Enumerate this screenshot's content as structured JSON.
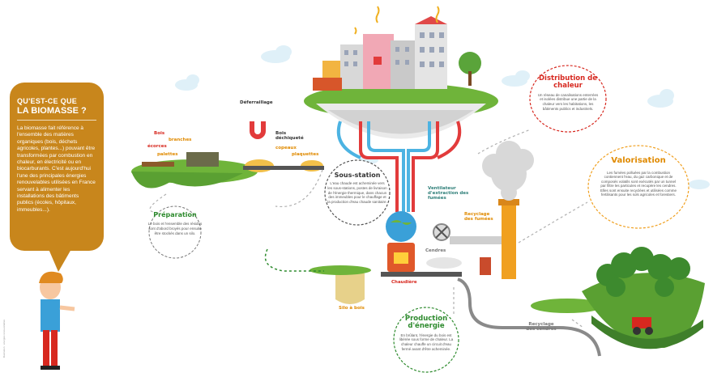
{
  "info_panel": {
    "kicker": "QU'EST-CE QUE",
    "title": "LA BIOMASSE ?",
    "body": "La biomasse fait référence à l'ensemble des matières organiques (bois, déchets agricoles, plantes...) pouvant être transformées par combustion en chaleur, en électricité ou en biocarburants. C'est aujourd'hui l'une des principales énergies renouvelables utilisées en France servant à alimenter les installations des bâtiments publics (écoles, hôpitaux, immeubles...)."
  },
  "labels": {
    "bois": "Bois",
    "branches": "branches",
    "ecorces": "écorces",
    "palettes": "palettes",
    "deferraillage": "Déferraillage",
    "bois_dechiquete": "Bois déchiqueté",
    "copeaux": "copeaux",
    "plaquettes": "plaquettes",
    "ventilateur": "Ventilateur d'extraction des fumées",
    "recyclage_fumees": "Recyclage des fumées",
    "cendres": "Cendres",
    "chaudiere": "Chaudière",
    "silo": "Silo à bois",
    "recyclage_cendres": "Recyclage des cendres"
  },
  "callouts": {
    "preparation": {
      "title": "Préparation",
      "body": "Le bois et l'ensemble des résidus sont d'abord broyés pour ensuite être stockés dans un silo."
    },
    "sous_station": {
      "title": "Sous-station",
      "body": "L'eau chaude est acheminée vers les sous-stations, postes de livraison de l'énergie thermique, dans chacun des immeubles pour le chauffage et la production d'eau chaude sanitaire."
    },
    "distribution": {
      "title": "Distribution de chaleur",
      "body": "Un réseau de canalisations enterrées et isolées distribue une partie de la chaleur vers les habitations, les bâtiments publics et industriels."
    },
    "valorisation": {
      "title": "Valorisation",
      "body": "Les fumées polluées par la combustion contiennent l'eau, du gaz carbonique et de composés volatils sont exécutés par un tunnel par filtre les particules et recupère les cendres. Elles sont ensuite recyclées et utilisées comme fertilisants pour les sols agricoles et forestiers."
    },
    "production": {
      "title": "Production d'énergie",
      "body": "En brûlant, l'énergie du bois est libérée sous forme de chaleur. La chaleur chauffe un circuit d'eau fermé avant d'être acheminée."
    }
  },
  "footnote": "Illustration : energies renouvelables",
  "colors": {
    "panel": "#c8861c",
    "island_green": "#6fb43a",
    "hot_pipe": "#e23b3b",
    "cold_pipe": "#4cb3e2",
    "chimney": "#f0a020",
    "accent_red": "#d7281f"
  }
}
